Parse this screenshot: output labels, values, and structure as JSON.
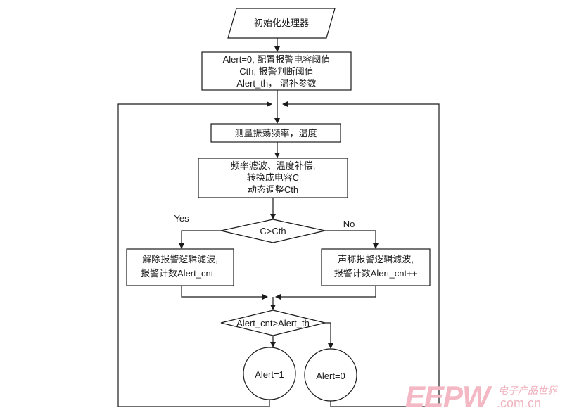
{
  "flowchart": {
    "init": "初始化处理器",
    "config": [
      "Alert=0, 配置报警电容阈值",
      "Cth, 报警判断阈值",
      "Alert_th， 温补参数"
    ],
    "measure": "测量振荡频率，温度",
    "process": [
      "频率滤波、温度补偿,",
      "转换成电容C",
      "动态调整Cth"
    ],
    "decision1": "C>Cth",
    "yes_label": "Yes",
    "no_label": "No",
    "clear_alarm": [
      "解除报警逻辑滤波,",
      "报警计数Alert_cnt--"
    ],
    "declare_alarm": [
      "声称报警逻辑滤波,",
      "报警计数Alert_cnt++"
    ],
    "decision2": "Alert_cnt>Alert_th",
    "alert1": "Alert=1",
    "alert0": "Alert=0"
  },
  "watermark": {
    "brand": "EEPW",
    "chinese": "电子产品世界",
    "url": ".com.cn"
  }
}
